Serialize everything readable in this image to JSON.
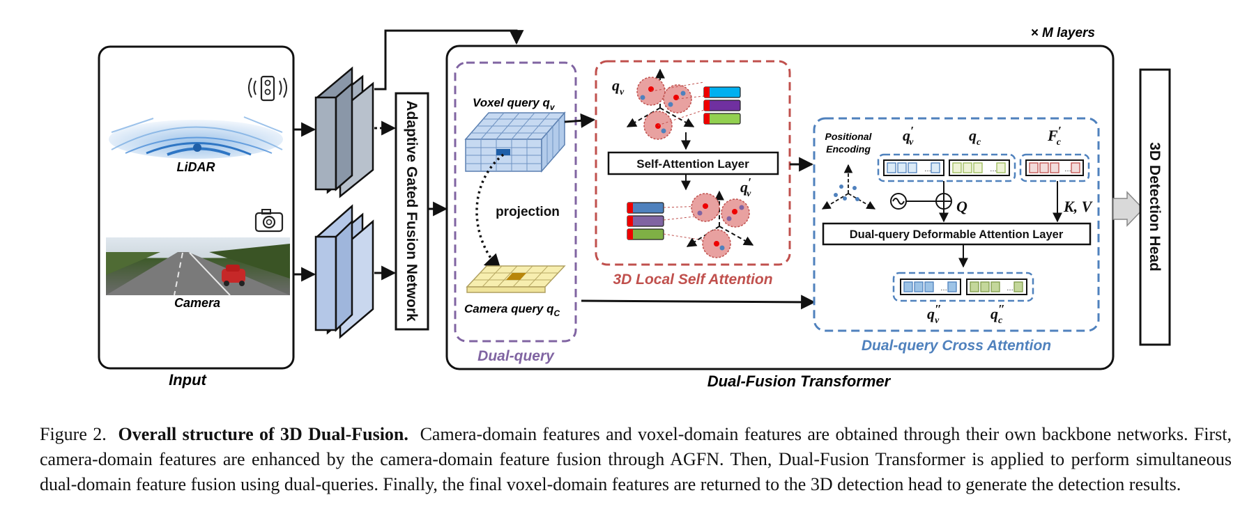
{
  "figure": {
    "top_label": "× M layers",
    "input": {
      "label": "Input",
      "lidar_label": "LiDAR",
      "camera_label": "Camera",
      "lidar_icon": "lidar-sensor-icon",
      "camera_icon": "camera-icon"
    },
    "agfn_label": "Adaptive Gated Fusion Network",
    "dual_query": {
      "label": "Dual-query",
      "voxel_query": "Voxel query q",
      "voxel_sub": "v",
      "projection": "projection",
      "camera_query": "Camera query q",
      "camera_sub": "C"
    },
    "local_attn": {
      "label": "3D Local Self Attention",
      "layer": "Self-Attention Layer",
      "q_in": "q",
      "q_in_sub": "v",
      "q_out": "q",
      "q_out_sub": "v",
      "prime": "′"
    },
    "cross_attn": {
      "label": "Dual-query Cross Attention",
      "pos_enc_line1": "Positional",
      "pos_enc_line2": "Encoding",
      "qv_prime": "q",
      "qv_prime_sub": "v",
      "qc": "q",
      "qc_sub": "c",
      "fc_prime": "F",
      "fc_prime_sub": "c",
      "q_symbol": "Q",
      "kv_symbol": "K, V",
      "layer": "Dual-query Deformable Attention Layer",
      "qv_out": "q",
      "qv_out_sub": "v",
      "qc_out": "q",
      "qc_out_sub": "c",
      "double_prime": "″",
      "prime": "′"
    },
    "transformer_label": "Dual-Fusion Transformer",
    "head_label": "3D Detection Head",
    "colors": {
      "purple": "#8064a2",
      "red": "#c0504d",
      "blue": "#4f81bd",
      "voxel_fill": "#c6d9f1",
      "camera_fill": "#f7eeaf"
    }
  },
  "caption": {
    "fig_num": "Figure 2.",
    "title": "Overall structure of 3D Dual-Fusion.",
    "text": "Camera-domain features and voxel-domain features are obtained through their own backbone networks. First, camera-domain features are enhanced by the camera-domain feature fusion through AGFN. Then, Dual-Fusion Transformer is applied to perform simultaneous dual-domain feature fusion using dual-queries. Finally, the final voxel-domain features are returned to the 3D detection head to generate the detection results."
  }
}
